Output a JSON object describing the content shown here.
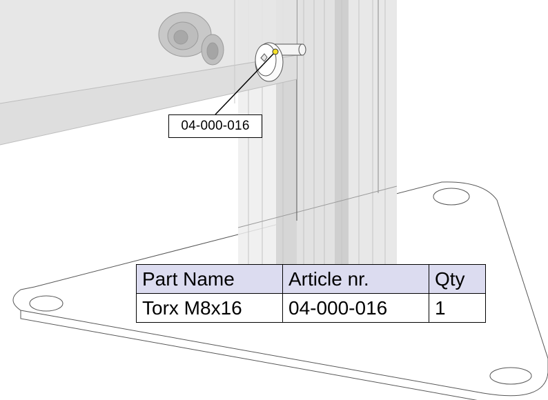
{
  "callout": {
    "label": "04-000-016"
  },
  "bom_table": {
    "headers": [
      "Part Name",
      "Article nr.",
      "Qty"
    ],
    "rows": [
      [
        "Torx M8x16",
        "04-000-016",
        "1"
      ]
    ],
    "header_color": "#dcdcf0"
  },
  "colors": {
    "line": "#555555",
    "panel": "#e6e6e6",
    "profile": "#d8d8d8",
    "highlight_dot": "#f5e02a"
  }
}
